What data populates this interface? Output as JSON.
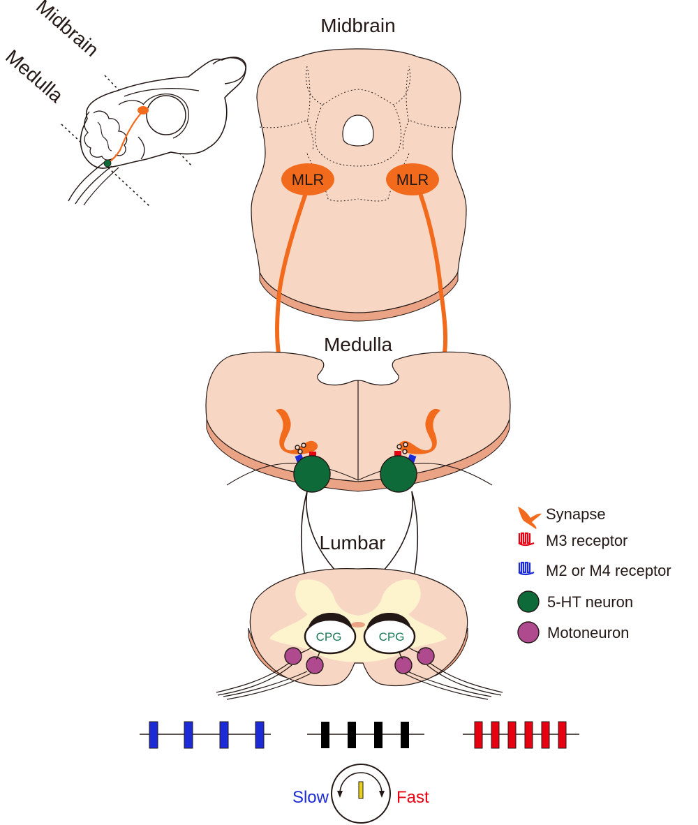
{
  "region_labels": {
    "midbrain": "Midbrain",
    "medulla": "Medulla",
    "lumbar": "Lumbar"
  },
  "inset_labels": {
    "midbrain": "Midbrain",
    "medulla": "Medulla"
  },
  "mlr_label": "MLR",
  "cpg_label": "CPG",
  "legend": [
    {
      "label": "Synapse",
      "icon": "synapse-icon",
      "color": "#f26b1d"
    },
    {
      "label": "M3 receptor",
      "icon": "m3-receptor-icon",
      "color": "#e60012"
    },
    {
      "label": "M2 or M4 receptor",
      "icon": "m2-m4-receptor-icon",
      "color": "#1d2bd6"
    },
    {
      "label": "5-HT neuron",
      "icon": "5ht-neuron-icon",
      "color": "#0e6b39"
    },
    {
      "label": "Motoneuron",
      "icon": "motoneuron-icon",
      "color": "#b04a8f"
    }
  ],
  "rhythm_traces": [
    {
      "color": "#1d2bd6",
      "bursts": 4,
      "speed": "slow"
    },
    {
      "color": "#000000",
      "bursts": 4,
      "speed": "normal"
    },
    {
      "color": "#e60012",
      "bursts": 6,
      "speed": "fast"
    }
  ],
  "dial": {
    "slow_label": "Slow",
    "fast_label": "Fast",
    "slow_color": "#1d2bd6",
    "fast_color": "#e60012",
    "needle_color": "#e8d21f"
  },
  "colors": {
    "tissue": "#f8d6c4",
    "tissue_edge": "#e9a889",
    "mlr_orange": "#f26b1d",
    "gray_matter": "#fdf5cf"
  }
}
